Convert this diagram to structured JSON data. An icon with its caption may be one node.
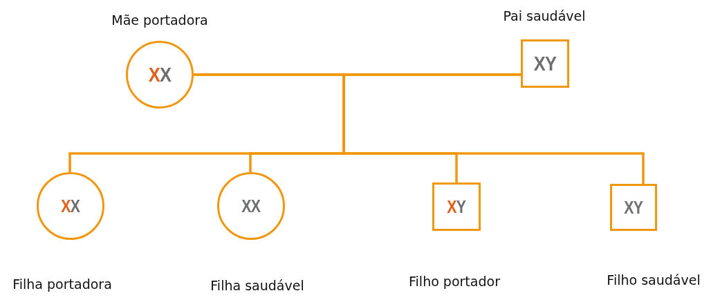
{
  "diagram": {
    "nodes": [
      {
        "text": [
          "**X**X"
        ],
        "beside": [
          "Mãe portadora"
        ]
      },
      {
        "text": [
          "XY"
        ],
        "beside": [
          "Pai saudável"
        ]
      },
      {
        "text": [
          "**X**X"
        ],
        "beside": [
          "Filha portadora"
        ]
      },
      {
        "text": [
          "XX"
        ],
        "beside": [
          "Filha saudável"
        ]
      },
      {
        "text": [
          "**X**Y"
        ],
        "beside": [
          "Filho portador"
        ]
      },
      {
        "text": [
          "XY"
        ],
        "beside": [
          "Filho saudável"
        ]
      }
    ],
    "edges": [
      {
        "from": 0,
        "to": 1,
        "arrow": "none"
      },
      {
        "from": 0,
        "to": 2,
        "arrow": "none"
      },
      {
        "from": 0,
        "to": 3,
        "arrow": "none"
      },
      {
        "from": 0,
        "to": 4,
        "arrow": "none"
      },
      {
        "from": 0,
        "to": 5,
        "arrow": "none"
      },
      {
        "from": 1,
        "to": 2,
        "arrow": "none"
      },
      {
        "from": 1,
        "to": 3,
        "arrow": "none"
      },
      {
        "from": 1,
        "to": 4,
        "arrow": "none"
      },
      {
        "from": 1,
        "to": 5,
        "arrow": "none"
      }
    ]
  }
}
